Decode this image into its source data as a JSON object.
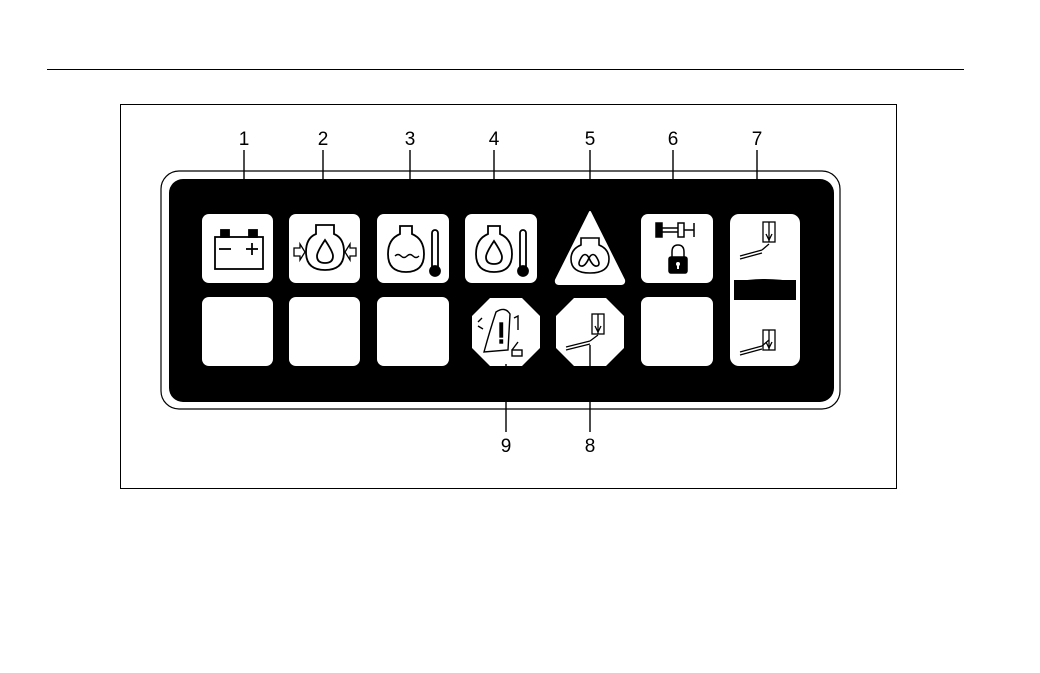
{
  "panel": {
    "callouts": [
      "1",
      "2",
      "3",
      "4",
      "5",
      "6",
      "7",
      "8",
      "9"
    ]
  },
  "icons": [
    {
      "id": 1,
      "name": "battery-charge-icon"
    },
    {
      "id": 2,
      "name": "engine-oil-pressure-icon"
    },
    {
      "id": 3,
      "name": "coolant-temperature-icon"
    },
    {
      "id": 4,
      "name": "engine-oil-temperature-icon"
    },
    {
      "id": 5,
      "name": "glow-plug-warning-icon"
    },
    {
      "id": 6,
      "name": "differential-lock-icon"
    },
    {
      "id": 7,
      "name": "implement-rocker-switch-icon"
    },
    {
      "id": 8,
      "name": "implement-stop-warning-icon"
    },
    {
      "id": 9,
      "name": "operator-presence-warning-icon"
    }
  ],
  "colors": {
    "panel": "#000000",
    "lamp": "#ffffff",
    "line": "#000000"
  }
}
